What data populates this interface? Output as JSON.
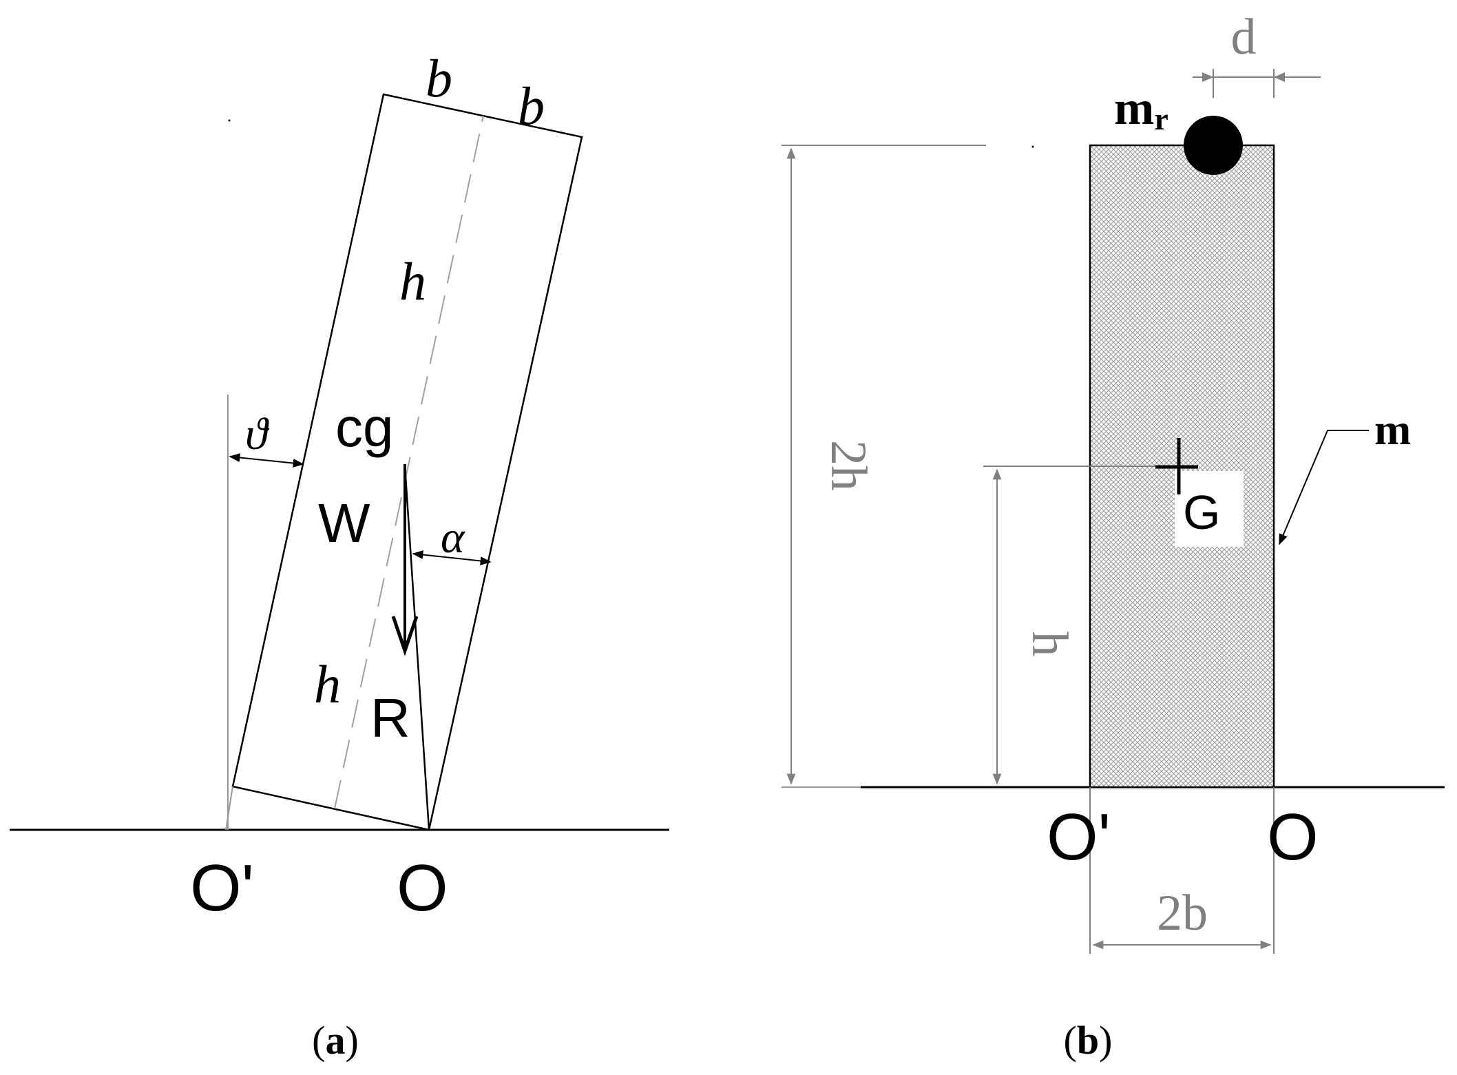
{
  "panel_a": {
    "caption_open": "(",
    "caption_letter": "a",
    "caption_close": ")",
    "label_b_left": "b",
    "label_b_right": "b",
    "label_h_upper": "h",
    "label_h_lower": "h",
    "label_cg": "cg",
    "label_W": "W",
    "label_R": "R",
    "label_theta": "ϑ",
    "label_alpha": "α",
    "label_O_prime": "O'",
    "label_O": "O"
  },
  "panel_b": {
    "caption_open": "(",
    "caption_letter": "b",
    "caption_close": ")",
    "label_d": "d",
    "label_mr_base": "m",
    "label_mr_sub": "r",
    "label_m": "m",
    "label_G": "G",
    "label_2h": "2h",
    "label_h": "h",
    "label_2b": "2b",
    "label_O_prime": "O'",
    "label_O": "O"
  },
  "colors": {
    "ink": "#000000",
    "dimension_gray": "#808080",
    "thin_gray": "#999999",
    "hatch": "#9a9a9a"
  }
}
